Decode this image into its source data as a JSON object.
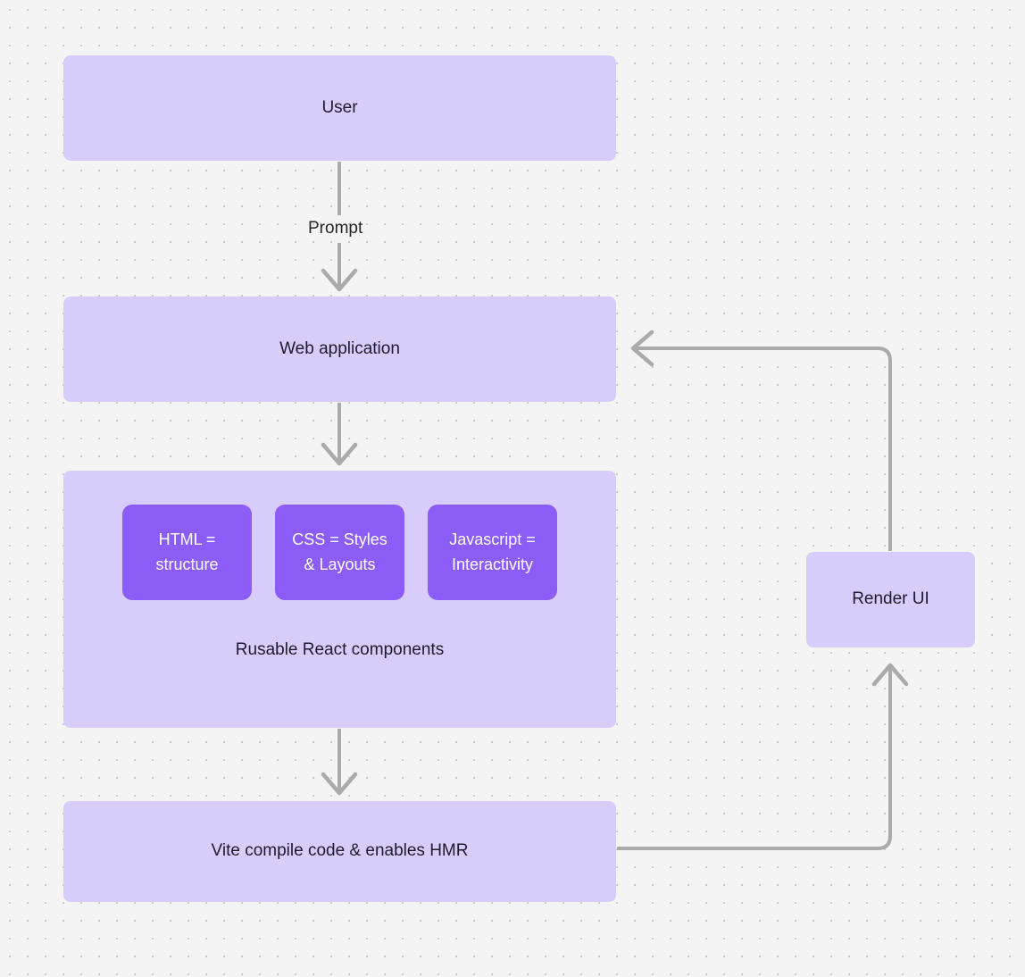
{
  "canvas": {
    "background_color": "#f4f4f4",
    "dot_color": "#c9c9c9",
    "node_fill": "#d8ccfa",
    "chip_fill": "#8b5cf6",
    "edge_color": "#aaaaaa",
    "text_color": "#1f1b2e"
  },
  "nodes": {
    "user": {
      "label": "User"
    },
    "webapp": {
      "label": "Web application"
    },
    "components": {
      "caption": "Rusable React components",
      "chips": [
        {
          "label": "HTML =\nstructure"
        },
        {
          "label": "CSS = Styles\n& Layouts"
        },
        {
          "label": "Javascript =\nInteractivity"
        }
      ]
    },
    "vite": {
      "label": "Vite compile code & enables HMR"
    },
    "render": {
      "label": "Render UI"
    }
  },
  "edges": {
    "user_to_webapp": {
      "label": "Prompt"
    },
    "webapp_to_components": {
      "label": ""
    },
    "components_to_vite": {
      "label": ""
    },
    "vite_to_render": {
      "label": ""
    },
    "render_to_webapp": {
      "label": ""
    }
  }
}
